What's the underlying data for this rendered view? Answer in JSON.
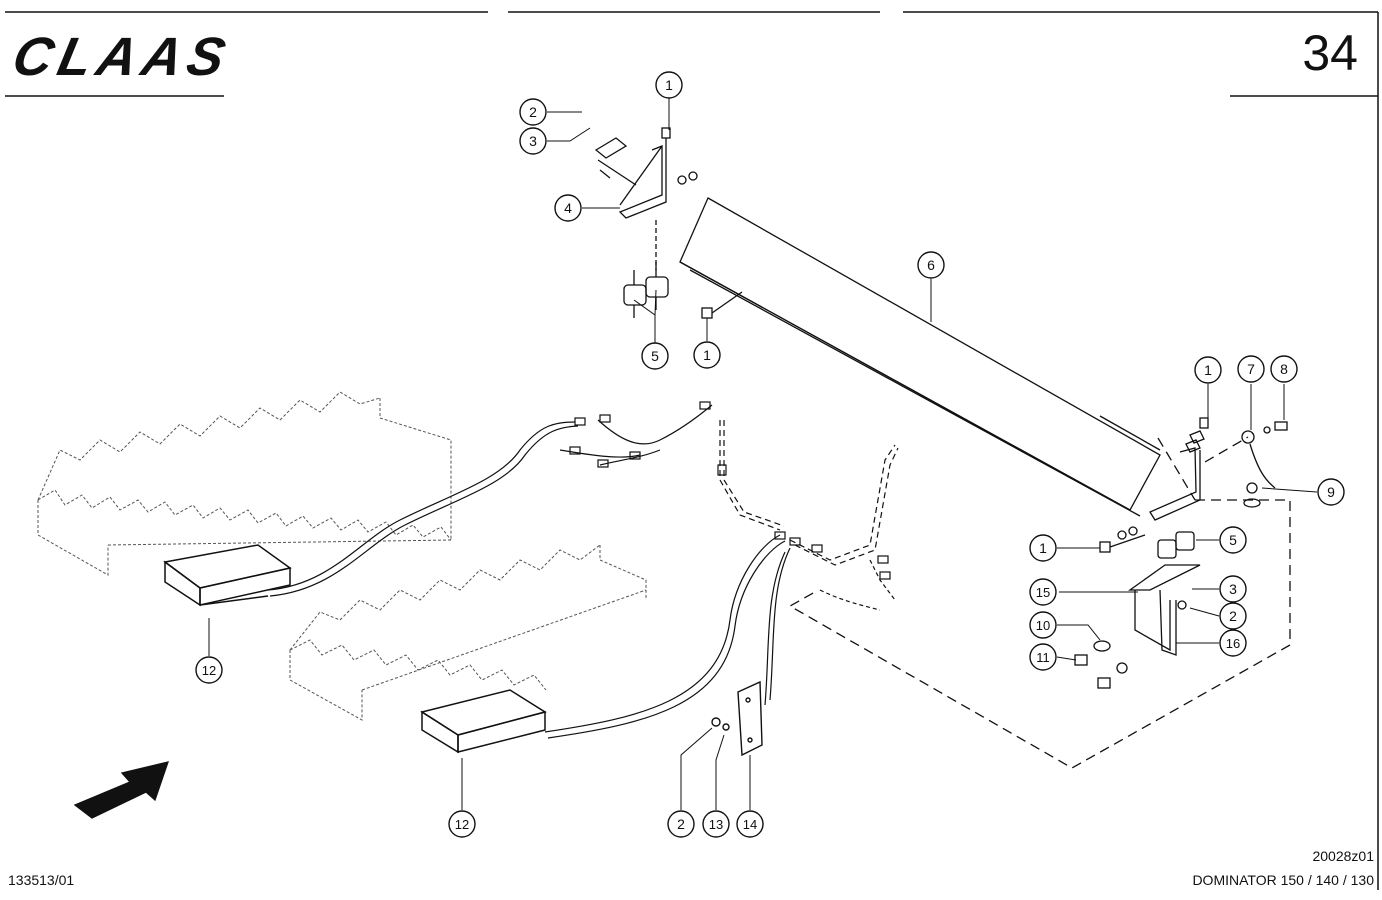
{
  "header": {
    "brand": "CLAAS",
    "page_number": "34"
  },
  "footer": {
    "document_number": "133513/01",
    "drawing_code": "20028z01",
    "model": "DOMINATOR 150 / 140 / 130"
  },
  "callouts": [
    {
      "id": "c1a",
      "label": "1"
    },
    {
      "id": "c2a",
      "label": "2"
    },
    {
      "id": "c3a",
      "label": "3"
    },
    {
      "id": "c4",
      "label": "4"
    },
    {
      "id": "c5a",
      "label": "5"
    },
    {
      "id": "c1b",
      "label": "1"
    },
    {
      "id": "c6",
      "label": "6"
    },
    {
      "id": "c1c",
      "label": "1"
    },
    {
      "id": "c7",
      "label": "7"
    },
    {
      "id": "c8",
      "label": "8"
    },
    {
      "id": "c9",
      "label": "9"
    },
    {
      "id": "c1d",
      "label": "1"
    },
    {
      "id": "c5b",
      "label": "5"
    },
    {
      "id": "c15",
      "label": "15"
    },
    {
      "id": "c3b",
      "label": "3"
    },
    {
      "id": "c2b",
      "label": "2"
    },
    {
      "id": "c10",
      "label": "10"
    },
    {
      "id": "c16",
      "label": "16"
    },
    {
      "id": "c11",
      "label": "11"
    },
    {
      "id": "c12a",
      "label": "12"
    },
    {
      "id": "c12b",
      "label": "12"
    },
    {
      "id": "c2c",
      "label": "2"
    },
    {
      "id": "c13",
      "label": "13"
    },
    {
      "id": "c14",
      "label": "14"
    }
  ],
  "icons": {
    "direction_arrow": "arrow-up-right-icon"
  }
}
